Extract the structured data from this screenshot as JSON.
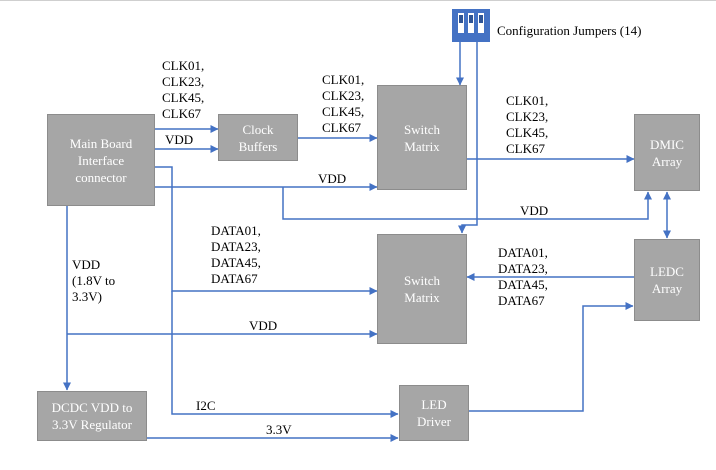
{
  "colors": {
    "wire": "#4472c4",
    "block_fill": "#a6a6a6",
    "block_border": "#8c8c8c",
    "block_text": "#ffffff",
    "label_text": "#000000",
    "jumper_body": "#4472c4",
    "jumper_slot": "#ffffff",
    "jumper_tick": "#2f5597",
    "page_bg": "#ffffff"
  },
  "blocks": {
    "main_board": {
      "label": "Main Board\nInterface\nconnector"
    },
    "clock_buffers": {
      "label": "Clock\nBuffers"
    },
    "switch_matrix_top": {
      "label": "Switch\nMatrix"
    },
    "dmic_array": {
      "label": "DMIC\nArray"
    },
    "switch_matrix_bottom": {
      "label": "Switch\nMatrix"
    },
    "ledc_array": {
      "label": "LEDC\nArray"
    },
    "dcdc_regulator": {
      "label": "DCDC VDD to\n3.3V Regulator"
    },
    "led_driver": {
      "label": "LED\nDriver"
    }
  },
  "labels": {
    "config_jumpers": "Configuration Jumpers (14)",
    "clk_bus_left": "CLK01,\nCLK23,\nCLK45,\nCLK67",
    "clk_bus_mid": "CLK01,\nCLK23,\nCLK45,\nCLK67",
    "clk_bus_right": "CLK01,\nCLK23,\nCLK45,\nCLK67",
    "vdd_to_clock_buffers": "VDD",
    "vdd_to_switch_matrix_top": "VDD",
    "vdd_to_dmic": "VDD",
    "vdd_to_switch_matrix_bottom": "VDD",
    "vdd_range": "VDD\n(1.8V to\n3.3V)",
    "data_bus_left": "DATA01,\nDATA23,\nDATA45,\nDATA67",
    "data_bus_right": "DATA01,\nDATA23,\nDATA45,\nDATA67",
    "i2c": "I2C",
    "v33": "3.3V"
  }
}
